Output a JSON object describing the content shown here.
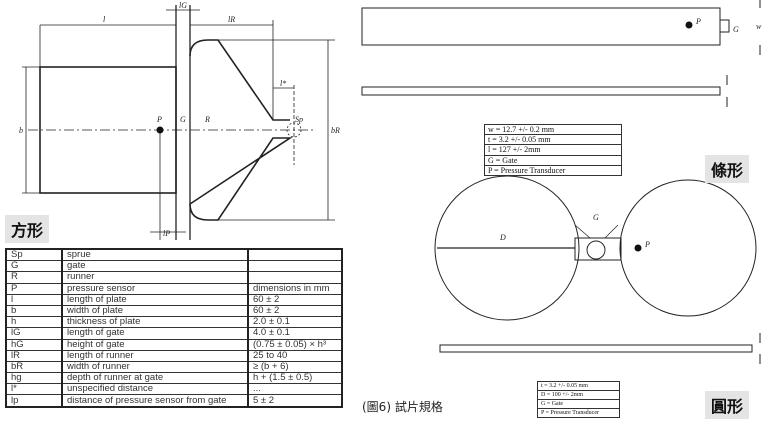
{
  "square": {
    "label": "方形",
    "diagram_labels": {
      "l": "l",
      "lG": "lG",
      "lR": "lR",
      "lstar": "l*",
      "Sp": "Sp",
      "P": "P",
      "G": "G",
      "R": "R",
      "b": "b",
      "bR": "bR",
      "lP": "lP"
    },
    "table": [
      [
        "Sp",
        "sprue",
        ""
      ],
      [
        "G",
        "gate",
        ""
      ],
      [
        "R",
        "runner",
        ""
      ],
      [
        "P",
        "pressure sensor",
        "dimensions in mm"
      ],
      [
        "l",
        "length of plate",
        "60 ± 2"
      ],
      [
        "b",
        "width of plate",
        "60 ± 2"
      ],
      [
        "h",
        "thickness of plate",
        "2.0 ± 0.1"
      ],
      [
        "lG",
        "length of gate",
        "4.0 ± 0.1"
      ],
      [
        "hG",
        "height of gate",
        "(0.75 ± 0.05) × h³"
      ],
      [
        "lR",
        "length of runner",
        "25 to 40"
      ],
      [
        "bR",
        "width of runner",
        "≥ (b + 6)"
      ],
      [
        "hg",
        "depth of runner at gate",
        "h + (1.5 ± 0.5)"
      ],
      [
        "l*",
        "unspecified distance",
        "..."
      ],
      [
        "lp",
        "distance of pressure sensor from gate",
        "5 ± 2"
      ]
    ]
  },
  "bar": {
    "label": "條形",
    "diagram_labels": {
      "P": "P",
      "G": "G",
      "w": "w"
    },
    "legend": [
      "w = 12.7 +/- 0.2 mm",
      "t = 3.2 +/- 0.05 mm",
      "l = 127 +/- 2mm",
      "G = Gate",
      "P = Pressure Transducer"
    ]
  },
  "disc": {
    "label": "圓形",
    "diagram_labels": {
      "D": "D",
      "G": "G",
      "P": "P"
    },
    "legend": [
      "t = 3.2 +/- 0.05 mm",
      "D = 100 +/- 2mm",
      "G = Gate",
      "P = Pressure Transducer"
    ]
  },
  "caption": "(圖6) 試片規格"
}
